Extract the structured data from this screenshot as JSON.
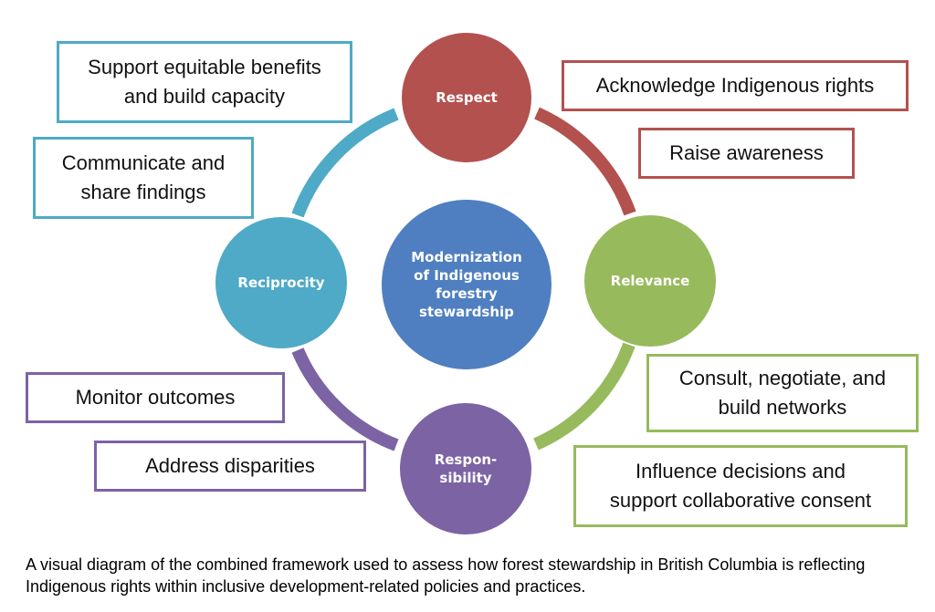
{
  "center": {
    "label": "Modernization\nof Indigenous\nforestry\nstewardship",
    "color": "#4f7fc1"
  },
  "nodes": {
    "respect": {
      "label": "Respect",
      "color": "#b3514f"
    },
    "relevance": {
      "label": "Relevance",
      "color": "#97ba5c"
    },
    "responsibility": {
      "label": "Respon-\nsibility",
      "color": "#7c63a4"
    },
    "reciprocity": {
      "label": "Reciprocity",
      "color": "#4eaac6"
    }
  },
  "boxes": {
    "respect_1": "Acknowledge Indigenous rights",
    "respect_2": "Raise awareness",
    "relevance_1": "Consult, negotiate, and\nbuild networks",
    "relevance_2": "Influence decisions and\nsupport collaborative consent",
    "responsibility_1": "Monitor outcomes",
    "responsibility_2": "Address disparities",
    "reciprocity_1": "Support equitable benefits\nand build capacity",
    "reciprocity_2": "Communicate and\nshare findings"
  },
  "caption": "A visual diagram of the combined framework used to assess how forest stewardship in British Columbia is reflecting Indigenous rights within inclusive development-related policies and practices."
}
